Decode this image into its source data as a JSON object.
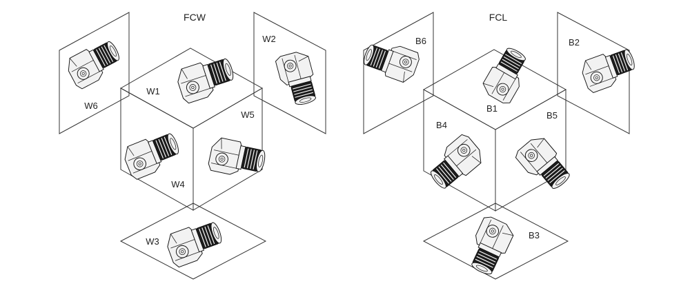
{
  "diagrams": [
    {
      "title": "FCW",
      "positions": [
        "W1",
        "W2",
        "W3",
        "W4",
        "W5",
        "W6"
      ]
    },
    {
      "title": "FCL",
      "positions": [
        "B1",
        "B2",
        "B3",
        "B4",
        "B5",
        "B6"
      ]
    }
  ],
  "icons": {
    "motor": "gear-motor-icon"
  },
  "colors": {
    "line": "#333333",
    "motor_dark": "#1c1c1c",
    "background": "#ffffff"
  }
}
